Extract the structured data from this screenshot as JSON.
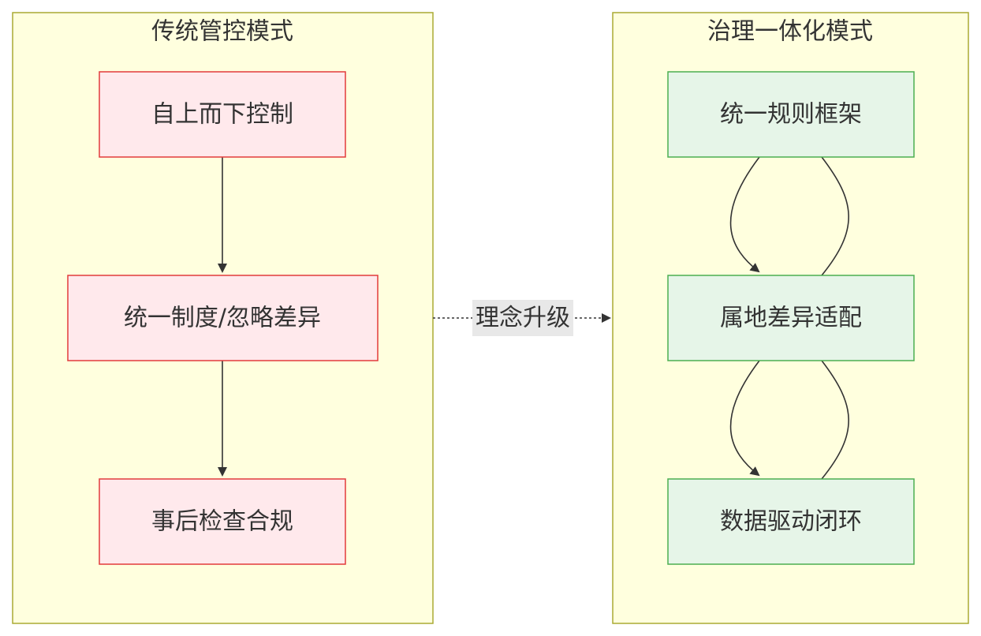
{
  "groups": {
    "traditional": {
      "title": "传统管控模式",
      "nodes": [
        "自上而下控制",
        "统一制度/忽略差异",
        "事后检查合规"
      ]
    },
    "governance": {
      "title": "治理一体化模式",
      "nodes": [
        "统一规则框架",
        "属地差异适配",
        "数据驱动闭环"
      ]
    }
  },
  "link": {
    "label": "理念升级"
  },
  "colors": {
    "group_fill": "#ffffde",
    "group_stroke": "#aaaa33",
    "red_fill": "#ffe9ec",
    "red_stroke": "#e23b3b",
    "green_fill": "#e6f5e8",
    "green_stroke": "#4caf50",
    "edge": "#333333",
    "text": "#333333"
  }
}
